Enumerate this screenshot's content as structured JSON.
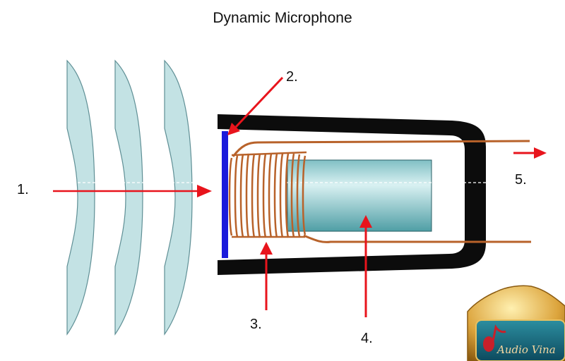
{
  "title": "Dynamic Microphone",
  "labels": {
    "l1": "1.",
    "l2": "2.",
    "l3": "3.",
    "l4": "4.",
    "l5": "5."
  },
  "logo_text": "Audio Vina",
  "colors": {
    "wave": "#c3e2e4",
    "diaphragm": "#1a1adb",
    "coil": "#b8622a",
    "magnet": "#a6d6da",
    "housing": "#0c0c0c",
    "arrow": "#e8141c"
  }
}
